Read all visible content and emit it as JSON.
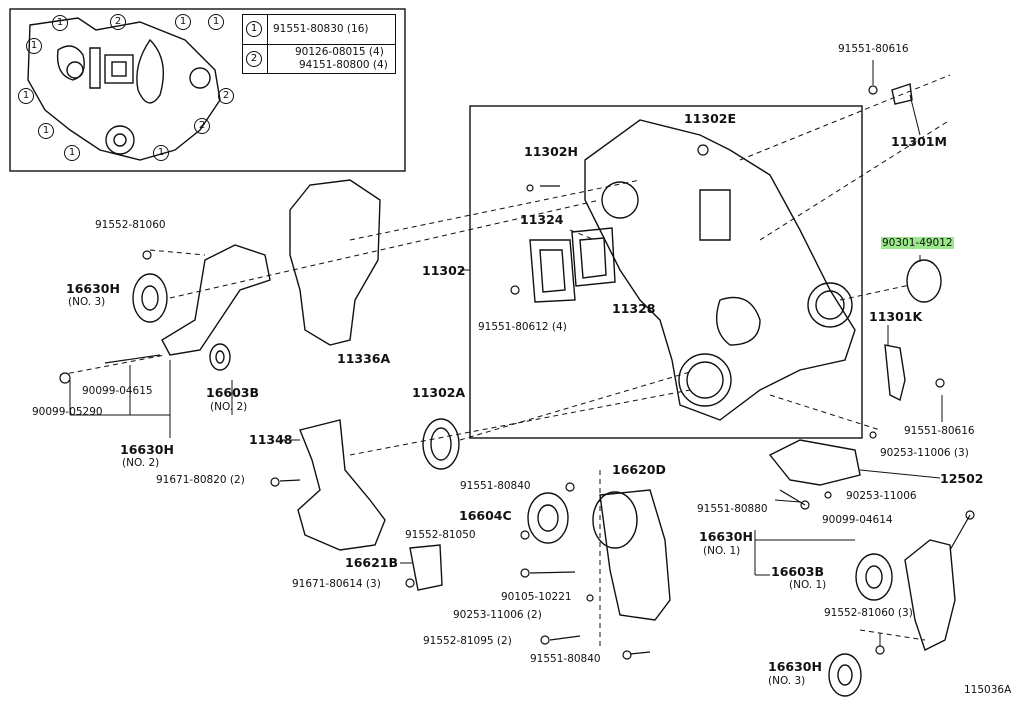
{
  "diagram": {
    "figure_id": "115036A",
    "legend": {
      "rows": [
        {
          "key": "1",
          "parts": [
            "91551-80830 (16)"
          ]
        },
        {
          "key": "2",
          "parts": [
            "90126-08015 (4)",
            "94151-80800 (4)"
          ]
        }
      ]
    },
    "inset_callouts": [
      "1",
      "1",
      "1",
      "1",
      "1",
      "1",
      "1",
      "2",
      "2",
      "2",
      "1"
    ],
    "highlighted_part": "90301-49012",
    "labels": {
      "p_91551_80616_top": "91551-80616",
      "p_11301M": "11301M",
      "p_11302E": "11302E",
      "p_11302H": "11302H",
      "p_11324": "11324",
      "p_11302": "11302",
      "p_11328": "11328",
      "p_91551_80612": "91551-80612 (4)",
      "p_90301_49012": "90301-49012",
      "p_11301K": "11301K",
      "p_91551_80616_bot": "91551-80616",
      "p_90253_11006_3": "90253-11006 (3)",
      "p_12502": "12502",
      "p_90253_11006": "90253-11006",
      "p_91551_80880": "91551-80880",
      "p_91552_81060_top": "91552-81060",
      "p_16630H_no3_top": "16630H",
      "p_no3_top": "(NO. 3)",
      "p_90099_04615": "90099-04615",
      "p_16603B_top": "16603B",
      "p_no2_16603": "(NO. 2)",
      "p_90099_05290": "90099-05290",
      "p_16630H_no2": "16630H",
      "p_no2_16630": "(NO. 2)",
      "p_11336A": "11336A",
      "p_11302A": "11302A",
      "p_11348": "11348",
      "p_91671_80820": "91671-80820 (2)",
      "p_91551_80840_top": "91551-80840",
      "p_16620D": "16620D",
      "p_16604C": "16604C",
      "p_91552_81050": "91552-81050",
      "p_16621B": "16621B",
      "p_91671_80614": "91671-80614 (3)",
      "p_90105_10221": "90105-10221",
      "p_90253_11006_2": "90253-11006 (2)",
      "p_91552_81095": "91552-81095 (2)",
      "p_91551_80840_bot": "91551-80840",
      "p_90099_04614": "90099-04614",
      "p_16630H_no1": "16630H",
      "p_no1_16630": "(NO. 1)",
      "p_16603B_bot": "16603B",
      "p_no1_16603": "(NO. 1)",
      "p_91552_81060_bot": "91552-81060 (3)",
      "p_16630H_no3_bot": "16630H",
      "p_no3_bot": "(NO. 3)"
    }
  }
}
